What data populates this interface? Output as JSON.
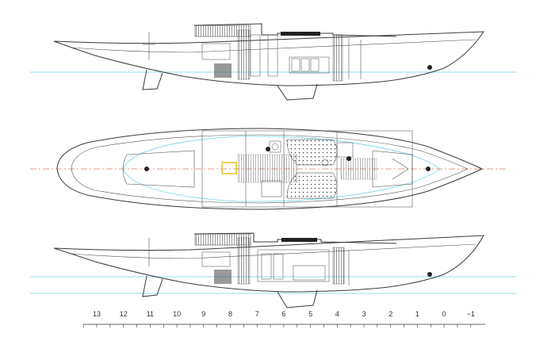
{
  "scale": {
    "labels": [
      "13",
      "12",
      "11",
      "10",
      "9",
      "8",
      "7",
      "6",
      "5",
      "4",
      "3",
      "2",
      "1",
      "0",
      "−1"
    ]
  },
  "colors": {
    "hull_line": "#3a3a3a",
    "waterline": "#6fd3e6",
    "centerline": "#e07b6a",
    "highlight": "#e8c21a"
  }
}
